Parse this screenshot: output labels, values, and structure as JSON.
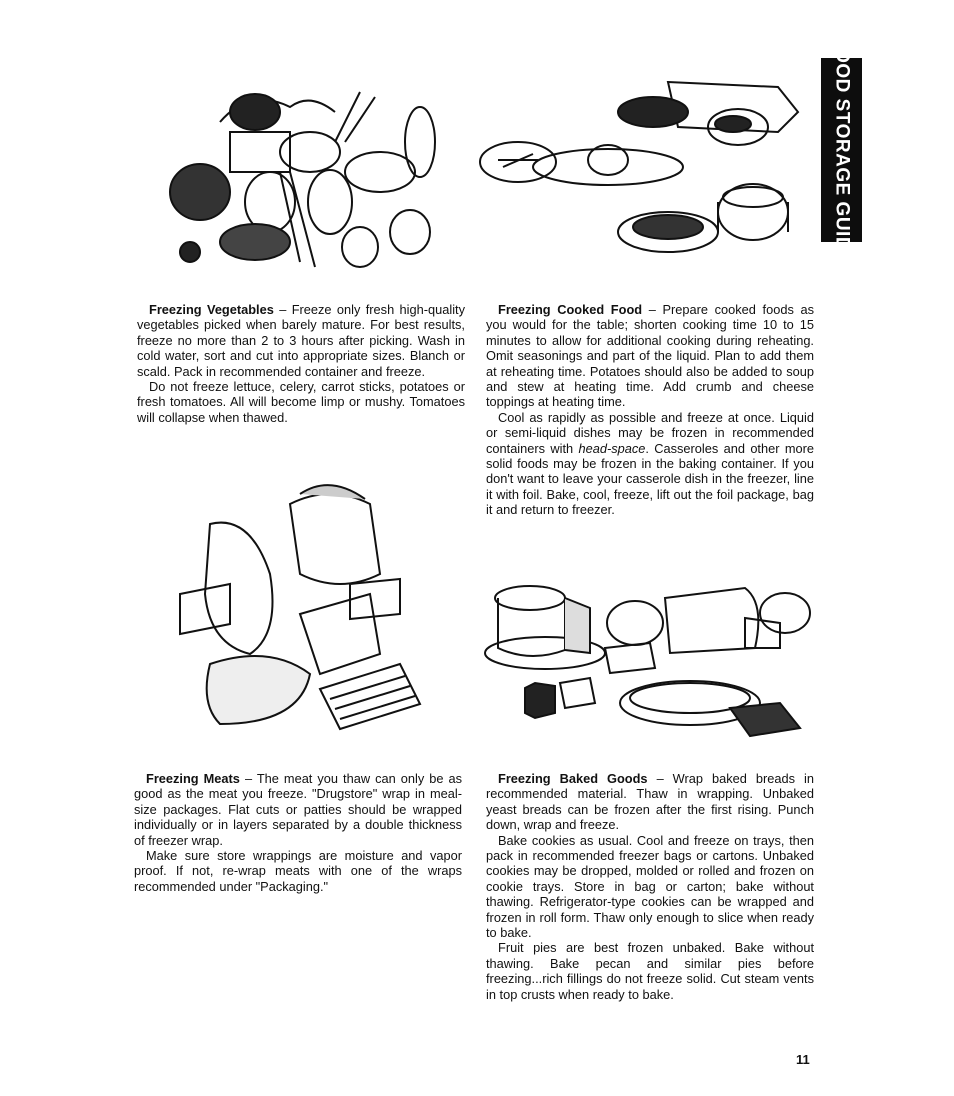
{
  "side_tab": {
    "label": "FOOD STORAGE GUIDE"
  },
  "sections": {
    "vegetables": {
      "heading": "Freezing Vegetables",
      "para1": " – Freeze only fresh high-quality vegetables picked when barely mature. For best results, freeze no more than 2 to 3 hours after picking. Wash in cold water, sort and cut into appropriate sizes. Blanch or scald. Pack in recommended container and freeze.",
      "para2": "Do not freeze lettuce, celery, carrot sticks, potatoes or fresh tomatoes. All will become limp or mushy. Tomatoes will collapse when thawed."
    },
    "cooked": {
      "heading": "Freezing Cooked Food",
      "para1": " – Prepare cooked foods as you would for the table; shorten cooking time 10 to 15 minutes to allow for additional cooking during reheating. Omit seasonings and part of the liquid. Plan to add them at reheating time. Potatoes should also be added to soup and stew at heating time. Add crumb and cheese toppings at heating time.",
      "para2_a": "Cool as rapidly as possible and freeze at once. Liquid or semi-liquid dishes may be frozen in recommended containers with ",
      "para2_em": "head-space",
      "para2_b": ". Casseroles and other more solid foods may be frozen in the baking container. If you don't want to leave your casserole dish in the freezer, line it with foil. Bake, cool, freeze, lift out the foil package, bag it and return to freezer."
    },
    "meats": {
      "heading": "Freezing Meats",
      "para1": " – The meat you thaw can only be as good as the meat you freeze. \"Drugstore\" wrap in meal-size packages. Flat cuts or patties should be wrapped individually or in layers separated by a double thickness of freezer wrap.",
      "para2": "Make sure store wrappings are moisture and vapor proof. If not, re-wrap meats with one of the wraps recommended under \"Packaging.\""
    },
    "baked": {
      "heading": "Freezing Baked Goods",
      "para1": " – Wrap baked breads in recommended material. Thaw in wrapping. Unbaked yeast breads can be frozen after the first rising. Punch down, wrap and freeze.",
      "para2": "Bake cookies as usual. Cool and freeze on trays, then pack in recommended freezer bags or cartons. Unbaked cookies may be dropped, molded or rolled and frozen on cookie trays. Store in bag or carton; bake without thawing. Refrigerator-type cookies can be wrapped and frozen in roll form. Thaw only enough to slice when ready to bake.",
      "para3": "Fruit pies are best frozen unbaked. Bake without thawing. Bake pecan and similar pies before freezing...rich fillings do not freeze solid. Cut steam vents in top crusts when ready to bake."
    }
  },
  "page_number": "11"
}
